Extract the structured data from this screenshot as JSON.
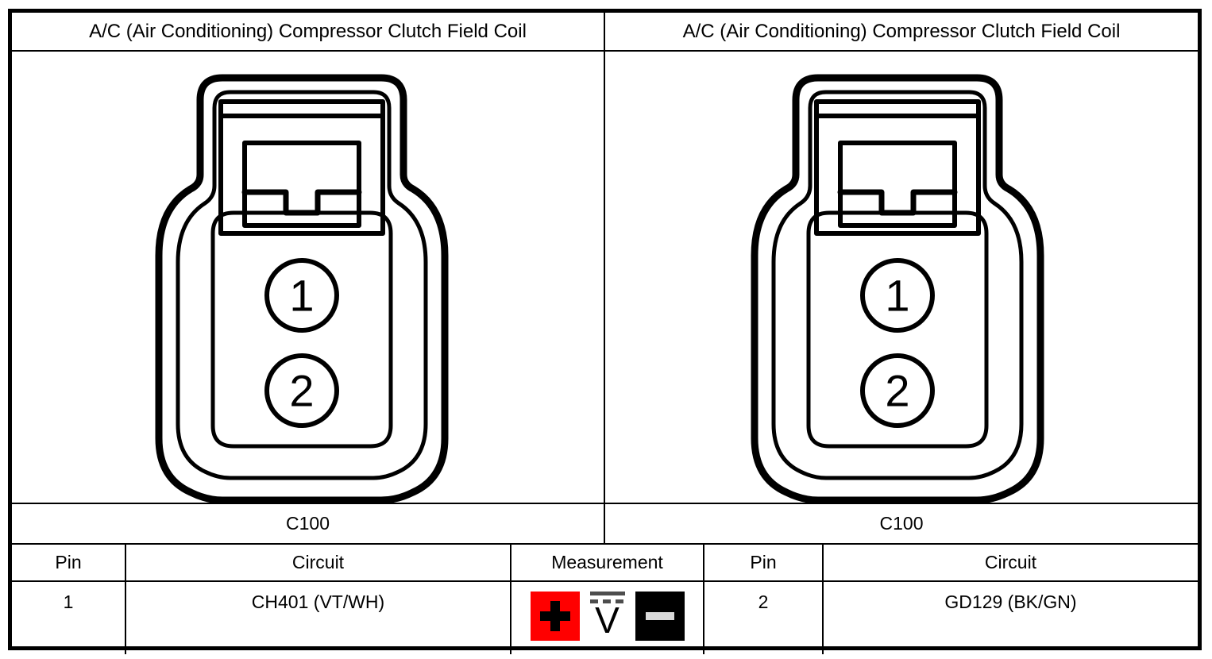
{
  "document": {
    "type": "connector-pinout-diagram",
    "title": "A/C (Air Conditioning) Compressor Clutch Field Coil"
  },
  "panels": [
    {
      "header": "A/C (Air Conditioning) Compressor Clutch Field Coil",
      "connector_id": "C100",
      "connector": {
        "pin_count": 2,
        "pin_labels": [
          "1",
          "2"
        ],
        "style": "2-cavity sealed connector with locking tab"
      },
      "table": {
        "headers": {
          "pin": "Pin",
          "circuit": "Circuit"
        },
        "row": {
          "pin": "1",
          "circuit": "CH401 (VT/WH)"
        }
      }
    },
    {
      "header": "A/C (Air Conditioning) Compressor Clutch Field Coil",
      "connector_id": "C100",
      "connector": {
        "pin_count": 2,
        "pin_labels": [
          "1",
          "2"
        ],
        "style": "2-cavity sealed connector with locking tab"
      },
      "table": {
        "headers": {
          "pin": "Pin",
          "circuit": "Circuit"
        },
        "row": {
          "pin": "2",
          "circuit": "GD129 (BK/GN)"
        }
      }
    }
  ],
  "measurement": {
    "header": "Measurement",
    "positive_lead": {
      "icon": "plus-square-icon",
      "symbol": "+",
      "background_color": "#ff0000",
      "foreground_color": "#000000"
    },
    "meter_mode": {
      "icon": "dc-voltage-icon",
      "symbol": "V",
      "description": "DC volts"
    },
    "negative_lead": {
      "icon": "minus-square-icon",
      "symbol": "-",
      "background_color": "#000000",
      "foreground_color": "#d9d9d9"
    }
  },
  "colors": {
    "border": "#000000",
    "background": "#ffffff",
    "positive": "#ff0000",
    "negative": "#000000"
  }
}
